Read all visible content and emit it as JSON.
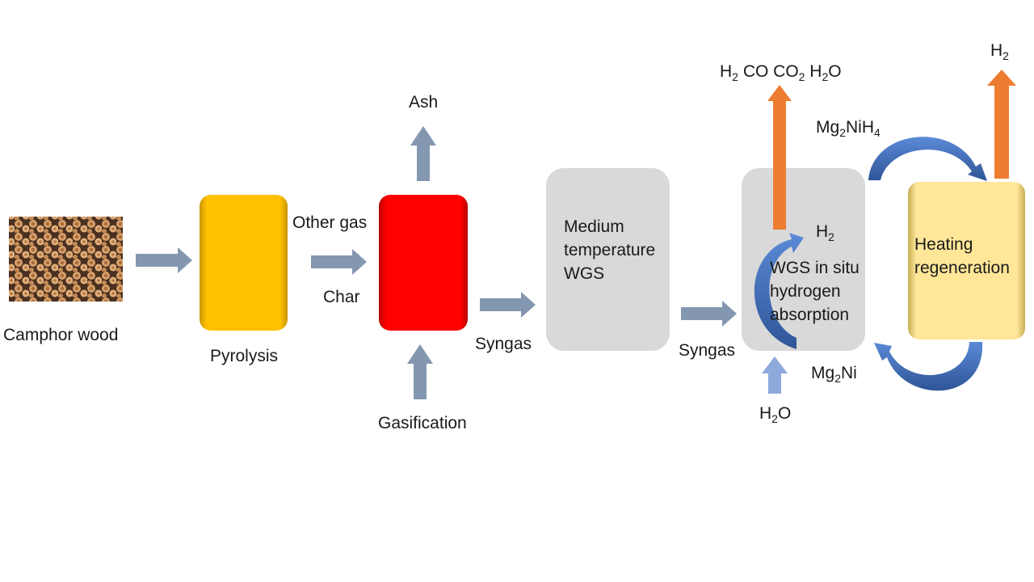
{
  "colors": {
    "pyrolysis": "#FFC000",
    "gasification": "#FF0000",
    "wgs_block": "#D9D9D9",
    "regeneration": "#FFE699",
    "flow_arrow": "#8497B0",
    "product_arrow": "#ED7D31",
    "cycle_arrow": "#4472C4",
    "water_arrow": "#8EA9DB"
  },
  "feedstock": {
    "label": "Camphor wood",
    "image": "wood-logs-photo"
  },
  "labels": {
    "pyrolysis": "Pyrolysis",
    "other_gas": "Other gas",
    "char": "Char",
    "ash": "Ash",
    "gasification": "Gasification",
    "syngas_1": "Syngas",
    "syngas_2": "Syngas",
    "mg2nih4": {
      "a": "Mg",
      "b": "2",
      "c": "NiH",
      "d": "4"
    },
    "mg2ni": {
      "a": "Mg",
      "b": "2",
      "c": "Ni"
    },
    "h2_product": {
      "a": "H",
      "b": "2"
    },
    "h2_inner": {
      "a": "H",
      "b": "2"
    },
    "h2o_feed": {
      "a": "H",
      "b": "2",
      "c": "O"
    },
    "gas_mix": {
      "h": "H",
      "h_sub": "2",
      "co": "CO",
      "co2": "CO",
      "co2_sub": "2",
      "h2o": "H",
      "h2o_sub": "2",
      "h2o_o": "O"
    }
  },
  "blocks": {
    "medium_wgs": [
      "Medium",
      "temperature",
      "WGS"
    ],
    "wgs_insitu": [
      "WGS in situ",
      "hydrogen",
      "absorption"
    ],
    "heating_regen": [
      "Heating",
      "regeneration"
    ]
  }
}
